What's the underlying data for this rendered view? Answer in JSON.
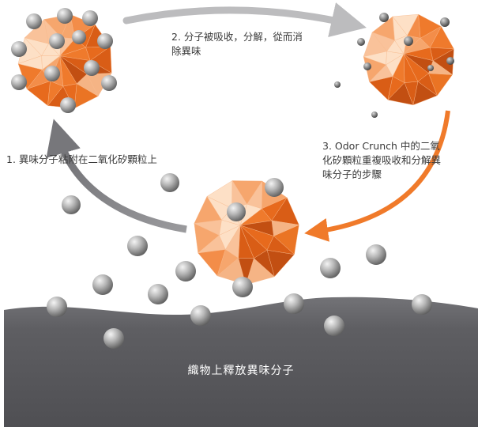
{
  "labels": {
    "step1": "1. 異味分子粘附在二氧化矽顆粒上",
    "step2": "2. 分子被吸收，分解，從而消\n除異味",
    "step3": "3. Odor Crunch 中的二氧\n化矽顆粒重複吸收和分解異\n味分子的步驟",
    "fabric": "織物上釋放異味分子"
  },
  "colors": {
    "silica_orange": "#ef7a2c",
    "arrow_gray": "#7d7d80",
    "arrow_light": "#bcbcbe",
    "arrow_orange": "#f07a2a",
    "fabric": "#5d5d61",
    "text": "#3a3a3a"
  }
}
